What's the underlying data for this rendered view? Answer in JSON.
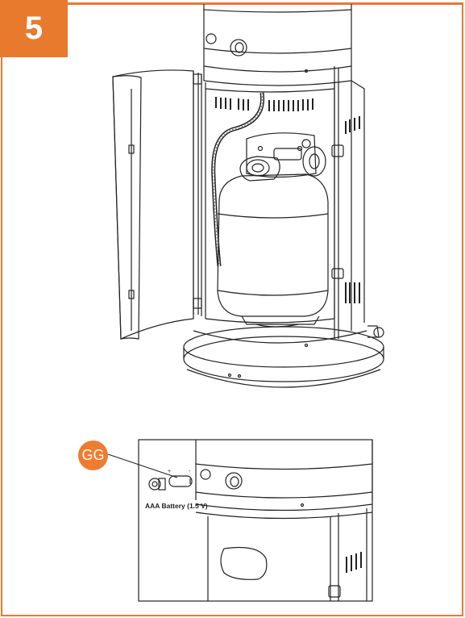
{
  "step": {
    "number": "5"
  },
  "callout": {
    "part_label": "GG",
    "battery_caption": "AAA Battery (1.5 V)"
  },
  "colors": {
    "accent": "#e87a2e",
    "callout": "#ef7b2f",
    "line": "#222222"
  }
}
